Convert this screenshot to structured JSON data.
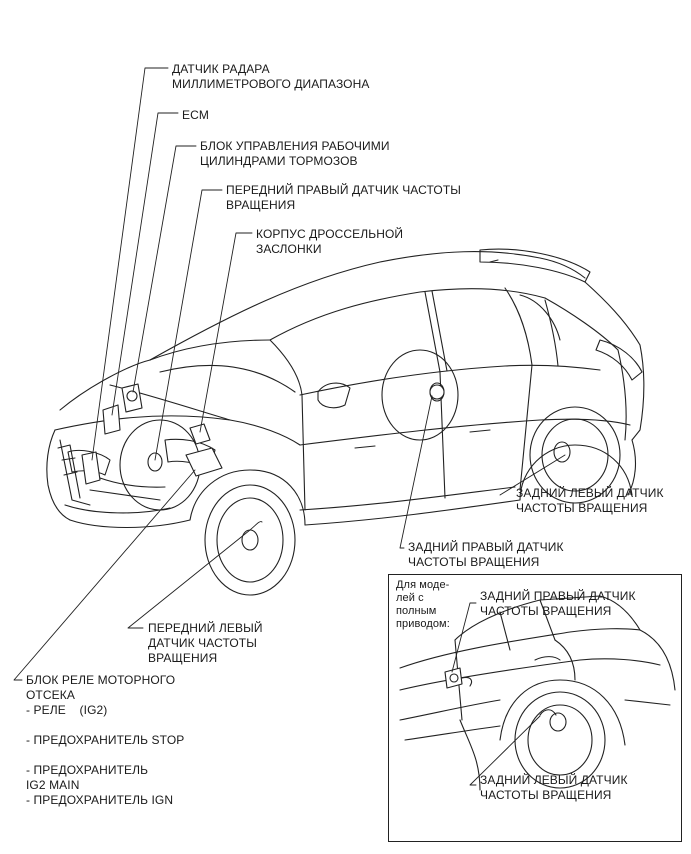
{
  "labels": {
    "radar_sensor": [
      "ДАТЧИК РАДАРА",
      "МИЛЛИМЕТРОВОГО ДИАПАЗОНА"
    ],
    "ecm": [
      "ECM"
    ],
    "brake_actuator": [
      "БЛОК УПРАВЛЕНИЯ РАБОЧИМИ",
      "ЦИЛИНДРАМИ ТОРМОЗОВ"
    ],
    "front_right_speed_sensor": [
      "ПЕРЕДНИЙ ПРАВЫЙ ДАТЧИК ЧАСТОТЫ",
      "ВРАЩЕНИЯ"
    ],
    "throttle_body": [
      "КОРПУС ДРОССЕЛЬНОЙ",
      "ЗАСЛОНКИ"
    ],
    "rear_left_speed_sensor": [
      "ЗАДНИЙ ЛЕВЫЙ ДАТЧИК",
      "ЧАСТОТЫ ВРАЩЕНИЯ"
    ],
    "rear_right_speed_sensor": [
      "ЗАДНИЙ ПРАВЫЙ ДАТЧИК",
      "ЧАСТОТЫ ВРАЩЕНИЯ"
    ],
    "front_left_speed_sensor": [
      "ПЕРЕДНИЙ ЛЕВЫЙ",
      "ДАТЧИК ЧАСТОТЫ",
      "ВРАЩЕНИЯ"
    ],
    "engine_relay_block": [
      "БЛОК РЕЛЕ МОТОРНОГО",
      "ОТСЕКА",
      "- РЕЛЕ    (IG2)",
      "",
      "- ПРЕДОХРАНИТЕЛЬ STOP",
      "",
      "- ПРЕДОХРАНИТЕЛЬ",
      "IG2 MAIN",
      "- ПРЕДОХРАНИТЕЛЬ IGN"
    ]
  },
  "inset": {
    "note": [
      "Для моде-",
      "лей с",
      "полным",
      "приводом:"
    ],
    "rear_right_speed_sensor": [
      "ЗАДНИЙ ПРАВЫЙ ДАТЧИК",
      "ЧАСТОТЫ ВРАЩЕНИЯ"
    ],
    "rear_left_speed_sensor": [
      "ЗАДНИЙ ЛЕВЫЙ ДАТЧИК",
      "ЧАСТОТЫ ВРАЩЕНИЯ"
    ]
  }
}
